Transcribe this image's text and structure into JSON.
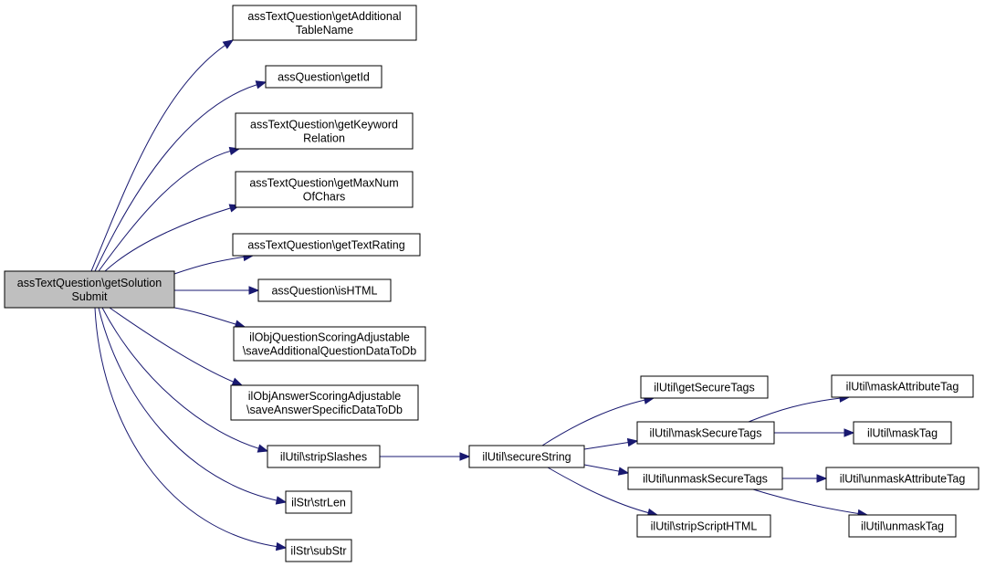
{
  "graph": {
    "nodes": [
      {
        "id": "root",
        "lines": [
          "assTextQuestion\\getSolution",
          "Submit"
        ],
        "highlight": true
      },
      {
        "id": "n1",
        "lines": [
          "assTextQuestion\\getAdditional",
          "TableName"
        ]
      },
      {
        "id": "n2",
        "lines": [
          "assQuestion\\getId"
        ]
      },
      {
        "id": "n3",
        "lines": [
          "assTextQuestion\\getKeyword",
          "Relation"
        ]
      },
      {
        "id": "n4",
        "lines": [
          "assTextQuestion\\getMaxNum",
          "OfChars"
        ]
      },
      {
        "id": "n5",
        "lines": [
          "assTextQuestion\\getTextRating"
        ]
      },
      {
        "id": "n6",
        "lines": [
          "assQuestion\\isHTML"
        ]
      },
      {
        "id": "n7",
        "lines": [
          "ilObjQuestionScoringAdjustable",
          "\\saveAdditionalQuestionDataToDb"
        ]
      },
      {
        "id": "n8",
        "lines": [
          "ilObjAnswerScoringAdjustable",
          "\\saveAnswerSpecificDataToDb"
        ]
      },
      {
        "id": "n9",
        "lines": [
          "ilUtil\\stripSlashes"
        ]
      },
      {
        "id": "n10",
        "lines": [
          "ilStr\\strLen"
        ]
      },
      {
        "id": "n11",
        "lines": [
          "ilStr\\subStr"
        ]
      },
      {
        "id": "n12",
        "lines": [
          "ilUtil\\secureString"
        ]
      },
      {
        "id": "n13",
        "lines": [
          "ilUtil\\getSecureTags"
        ]
      },
      {
        "id": "n14",
        "lines": [
          "ilUtil\\maskSecureTags"
        ]
      },
      {
        "id": "n15",
        "lines": [
          "ilUtil\\unmaskSecureTags"
        ]
      },
      {
        "id": "n16",
        "lines": [
          "ilUtil\\stripScriptHTML"
        ]
      },
      {
        "id": "n17",
        "lines": [
          "ilUtil\\maskAttributeTag"
        ]
      },
      {
        "id": "n18",
        "lines": [
          "ilUtil\\maskTag"
        ]
      },
      {
        "id": "n19",
        "lines": [
          "ilUtil\\unmaskAttributeTag"
        ]
      },
      {
        "id": "n20",
        "lines": [
          "ilUtil\\unmaskTag"
        ]
      }
    ],
    "edges": [
      {
        "from": "root",
        "to": "n1"
      },
      {
        "from": "root",
        "to": "n2"
      },
      {
        "from": "root",
        "to": "n3"
      },
      {
        "from": "root",
        "to": "n4"
      },
      {
        "from": "root",
        "to": "n5"
      },
      {
        "from": "root",
        "to": "n6"
      },
      {
        "from": "root",
        "to": "n7"
      },
      {
        "from": "root",
        "to": "n8"
      },
      {
        "from": "root",
        "to": "n9"
      },
      {
        "from": "root",
        "to": "n10"
      },
      {
        "from": "root",
        "to": "n11"
      },
      {
        "from": "n9",
        "to": "n12"
      },
      {
        "from": "n12",
        "to": "n13"
      },
      {
        "from": "n12",
        "to": "n14"
      },
      {
        "from": "n12",
        "to": "n15"
      },
      {
        "from": "n12",
        "to": "n16"
      },
      {
        "from": "n14",
        "to": "n17"
      },
      {
        "from": "n14",
        "to": "n18"
      },
      {
        "from": "n15",
        "to": "n19"
      },
      {
        "from": "n15",
        "to": "n20"
      }
    ],
    "colors": {
      "edge": "#191970",
      "root_fill": "#bfbfbf",
      "node_fill": "#ffffff"
    }
  }
}
